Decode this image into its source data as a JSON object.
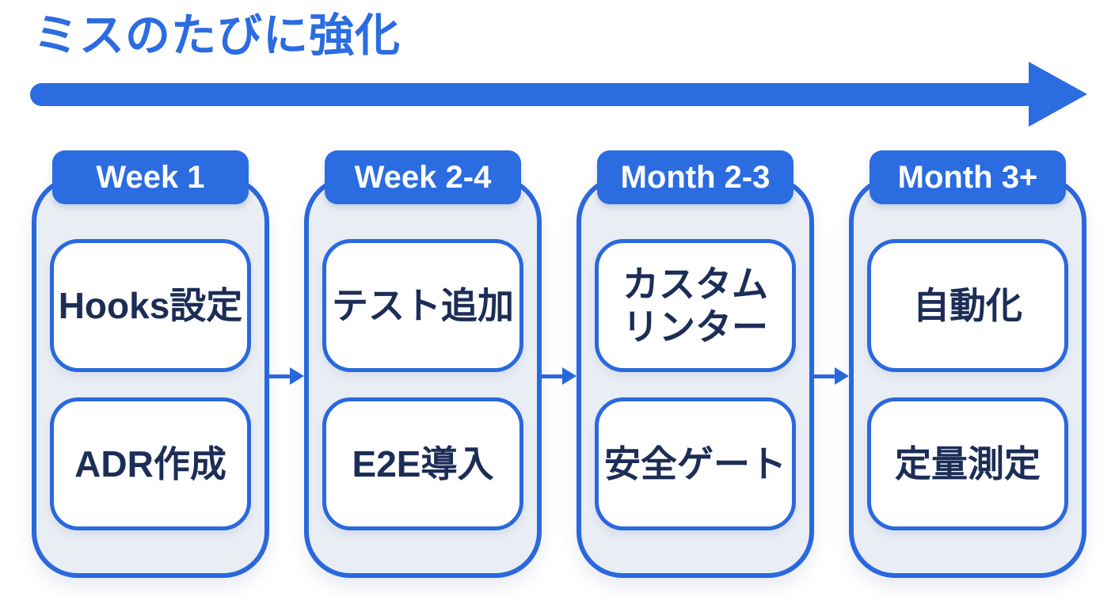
{
  "title": "ミスのたびに強化",
  "colors": {
    "accent_blue": "#2b6ce1",
    "border_blue": "#2a68dd",
    "panel_fill": "#e9edf4",
    "task_text_navy": "#1c2d56",
    "badge_text": "#ffffff",
    "background": "#ffffff"
  },
  "icons": {
    "main_arrow": "arrow-right",
    "connector": "arrow-right"
  },
  "timeline": {
    "phases": [
      {
        "label": "Week 1",
        "items": [
          "Hooks設定",
          "ADR作成"
        ]
      },
      {
        "label": "Week 2-4",
        "items": [
          "テスト追加",
          "E2E導入"
        ]
      },
      {
        "label": "Month 2-3",
        "items": [
          "カスタム\nリンター",
          "安全ゲート"
        ]
      },
      {
        "label": "Month 3+",
        "items": [
          "自動化",
          "定量測定"
        ]
      }
    ]
  }
}
